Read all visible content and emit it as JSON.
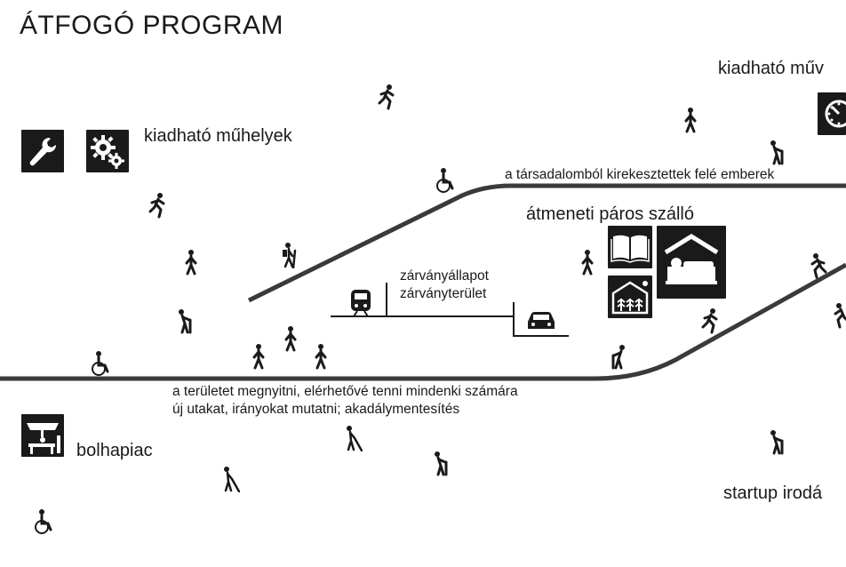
{
  "title": "ÁTFOGÓ PROGRAM",
  "labels": {
    "workshops_left": "kiadható műhelyek",
    "workshops_right": "kiadható műv",
    "excluded": "a társadalomból kirekesztettek felé emberek",
    "hostel": "átmeneti páros szálló",
    "enclave_1": "zárványállapot",
    "enclave_2": "zárványterület",
    "open_1": "a területet megnyitni, elérhetővé tenni mindenki számára",
    "open_2": "új utakat, irányokat mutatni; akadálymentesítés",
    "flea_market": "bolhapiac",
    "startup": "startup irodá"
  },
  "colors": {
    "ink": "#1a1a1a",
    "background": "#ffffff"
  },
  "icons": [
    "wrench-icon",
    "gears-icon",
    "clock-icon",
    "book-icon",
    "bed-icon",
    "greenhouse-icon",
    "market-stall-icon",
    "train-icon",
    "car-icon",
    "runner-icon",
    "walker-icon",
    "wheelchair-icon",
    "elderly-cane-icon",
    "blind-cane-icon",
    "hiker-icon"
  ]
}
